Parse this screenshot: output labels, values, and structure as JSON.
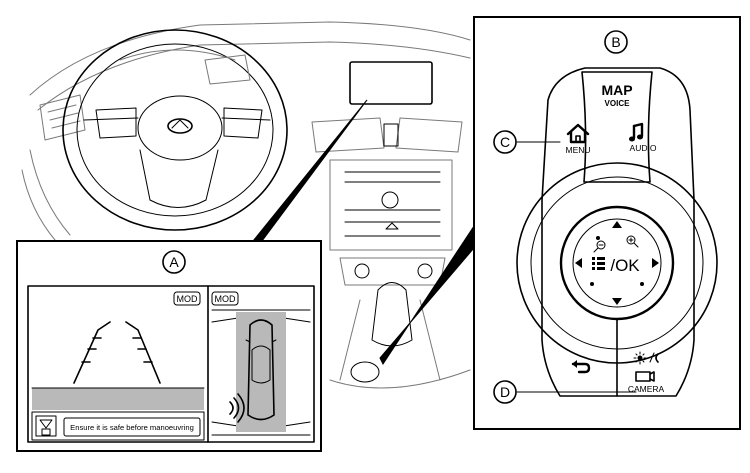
{
  "callouts": {
    "a": "A",
    "b": "B",
    "c": "C",
    "d": "D"
  },
  "screen": {
    "mod_label_left": "MOD",
    "mod_label_right": "MOD",
    "warning_text": "Ensure it is safe before manoeuvring"
  },
  "controller": {
    "map_label": "MAP",
    "voice_label": "VOICE",
    "menu_label": "MENU",
    "audio_label": "AUDIO",
    "ok_label": "/OK",
    "camera_label": "CAMERA"
  },
  "icons": {
    "menu": "home-icon",
    "audio": "music-note-icon",
    "back": "back-arrow-icon",
    "day_night": "day-night-icon",
    "camera": "camera-icon",
    "list": "list-icon",
    "zoom_in": "zoom-in-icon",
    "zoom_out": "zoom-out-icon",
    "sonar": "sonar-icon",
    "warning": "caution-icon"
  },
  "colors": {
    "line": "#000000",
    "screen_gray": "#b9b9b9",
    "background": "#ffffff"
  }
}
